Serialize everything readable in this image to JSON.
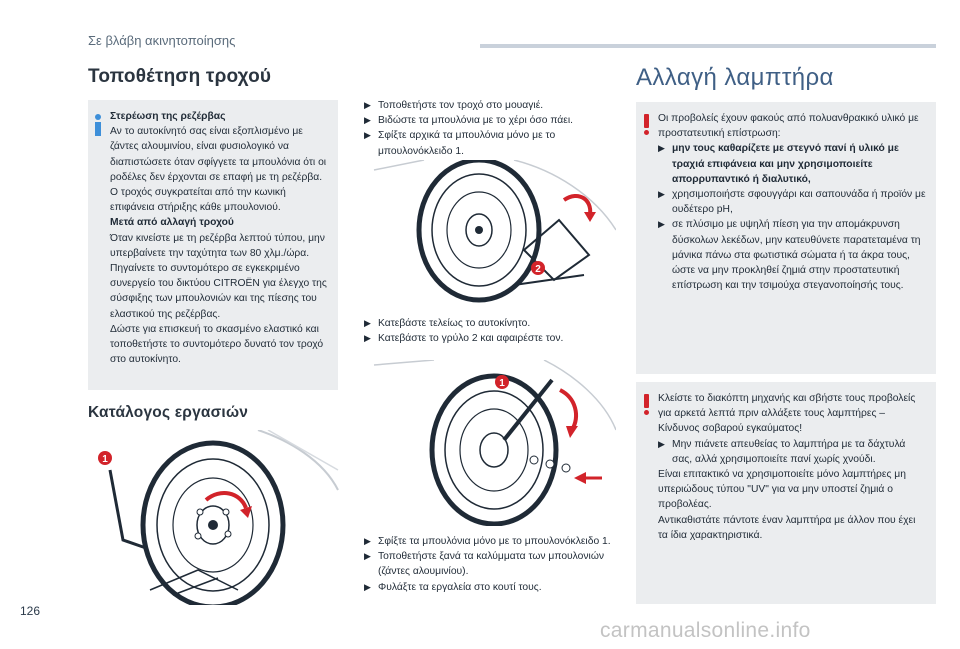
{
  "header": {
    "title": "Σε βλάβη ακινητοποίησης"
  },
  "page_number": "126",
  "wheel_section": {
    "title": "Τοποθέτηση τροχού",
    "tip_box": {
      "heading1": "Στερέωση της ρεζέρβας",
      "text1": "Αν το αυτοκίνητό σας είναι εξοπλισμένο με ζάντες αλουμινίου, είναι φυσιολογικό να διαπιστώσετε όταν σφίγγετε τα μπουλόνια ότι οι ροδέλες δεν έρχονται σε επαφή με τη ρεζέρβα. Ο τροχός συγκρατείται από την κωνική επιφάνεια στήριξης κάθε μπουλονιού.",
      "heading2": "Μετά από αλλαγή τροχού",
      "text2": "Όταν κινείστε με τη ρεζέρβα λεπτού τύπου, μην υπερβαίνετε την ταχύτητα των 80 χλμ./ώρα.",
      "text3": "Πηγαίνετε το συντομότερο σε εγκεκριμένο συνεργείο του δικτύου CITROËN για έλεγχο της σύσφιξης των μπουλονιών και της πίεσης του ελαστικού της ρεζέρβας.",
      "text4": "Δώστε για επισκευή το σκασμένο ελαστικό και τοποθετήστε το συντομότερο δυνατό τον τροχό στο αυτοκίνητο."
    },
    "tasks_title": "Κατάλογος εργασιών"
  },
  "steps": {
    "group1": [
      "Τοποθετήστε τον τροχό στο μουαγιέ.",
      "Βιδώστε τα μπουλόνια με το χέρι όσο πάει.",
      "Σφίξτε αρχικά τα μπουλόνια μόνο με το μπουλονόκλειδο 1."
    ],
    "group2": [
      "Κατεβάστε τελείως το αυτοκίνητο.",
      "Κατεβάστε το γρύλο 2 και αφαιρέστε τον."
    ],
    "group3": [
      "Σφίξτε τα μπουλόνια μόνο με το μπουλονόκλειδο 1.",
      "Τοποθετήστε ξανά τα καλύμματα των μπουλονιών (ζάντες αλουμινίου).",
      "Φυλάξτε τα εργαλεία στο κουτί τους."
    ]
  },
  "callouts": {
    "wrench": "1",
    "jack": "2"
  },
  "bulb_section": {
    "title": "Αλλαγή λαμπτήρα",
    "warning1": {
      "intro": "Οι προβολείς έχουν φακούς από πολυανθρακικό υλικό με προστατευτική επίστρωση:",
      "bullet1": "μην τους καθαρίζετε με στεγνό πανί ή υλικό με τραχιά επιφάνεια και μην χρησιμοποιείτε απορρυπαντικό ή διαλυτικό,",
      "bullet2": "χρησιμοποιήστε σφουγγάρι και σαπουνάδα ή προϊόν με ουδέτερο pH,",
      "bullet3": "σε πλύσιμο με υψηλή πίεση για την απομάκρυνση δύσκολων λεκέδων, μην κατευθύνετε παρατεταμένα τη μάνικα πάνω στα φωτιστικά σώματα ή τα άκρα τους, ώστε να μην προκληθεί ζημιά στην προστατευτική επίστρωση και την τσιμούχα στεγανοποίησής τους."
    },
    "warning2": {
      "text1": "Κλείστε το διακόπτη μηχανής και σβήστε τους προβολείς για αρκετά λεπτά πριν αλλάξετε τους λαμπτήρες – Κίνδυνος σοβαρού εγκαύματος!",
      "bullet1": "Μην πιάνετε απευθείας το λαμπτήρα με τα δάχτυλά σας, αλλά χρησιμοποιείτε πανί χωρίς χνούδι.",
      "text2": "Είναι επιτακτικό να χρησιμοποιείτε μόνο λαμπτήρες μη υπεριώδους τύπου \"UV\" για να μην υποστεί ζημιά ο προβολέας.",
      "text3": "Αντικαθιστάτε πάντοτε έναν λαμπτήρα με άλλον που έχει τα ίδια χαρακτηριστικά."
    }
  },
  "watermark": "carmanualsonline.info",
  "colors": {
    "accent_red": "#d2232a",
    "tip_blue": "#3d8fd9",
    "box_gray": "#ebedef",
    "title_blue": "#3f5f85"
  }
}
